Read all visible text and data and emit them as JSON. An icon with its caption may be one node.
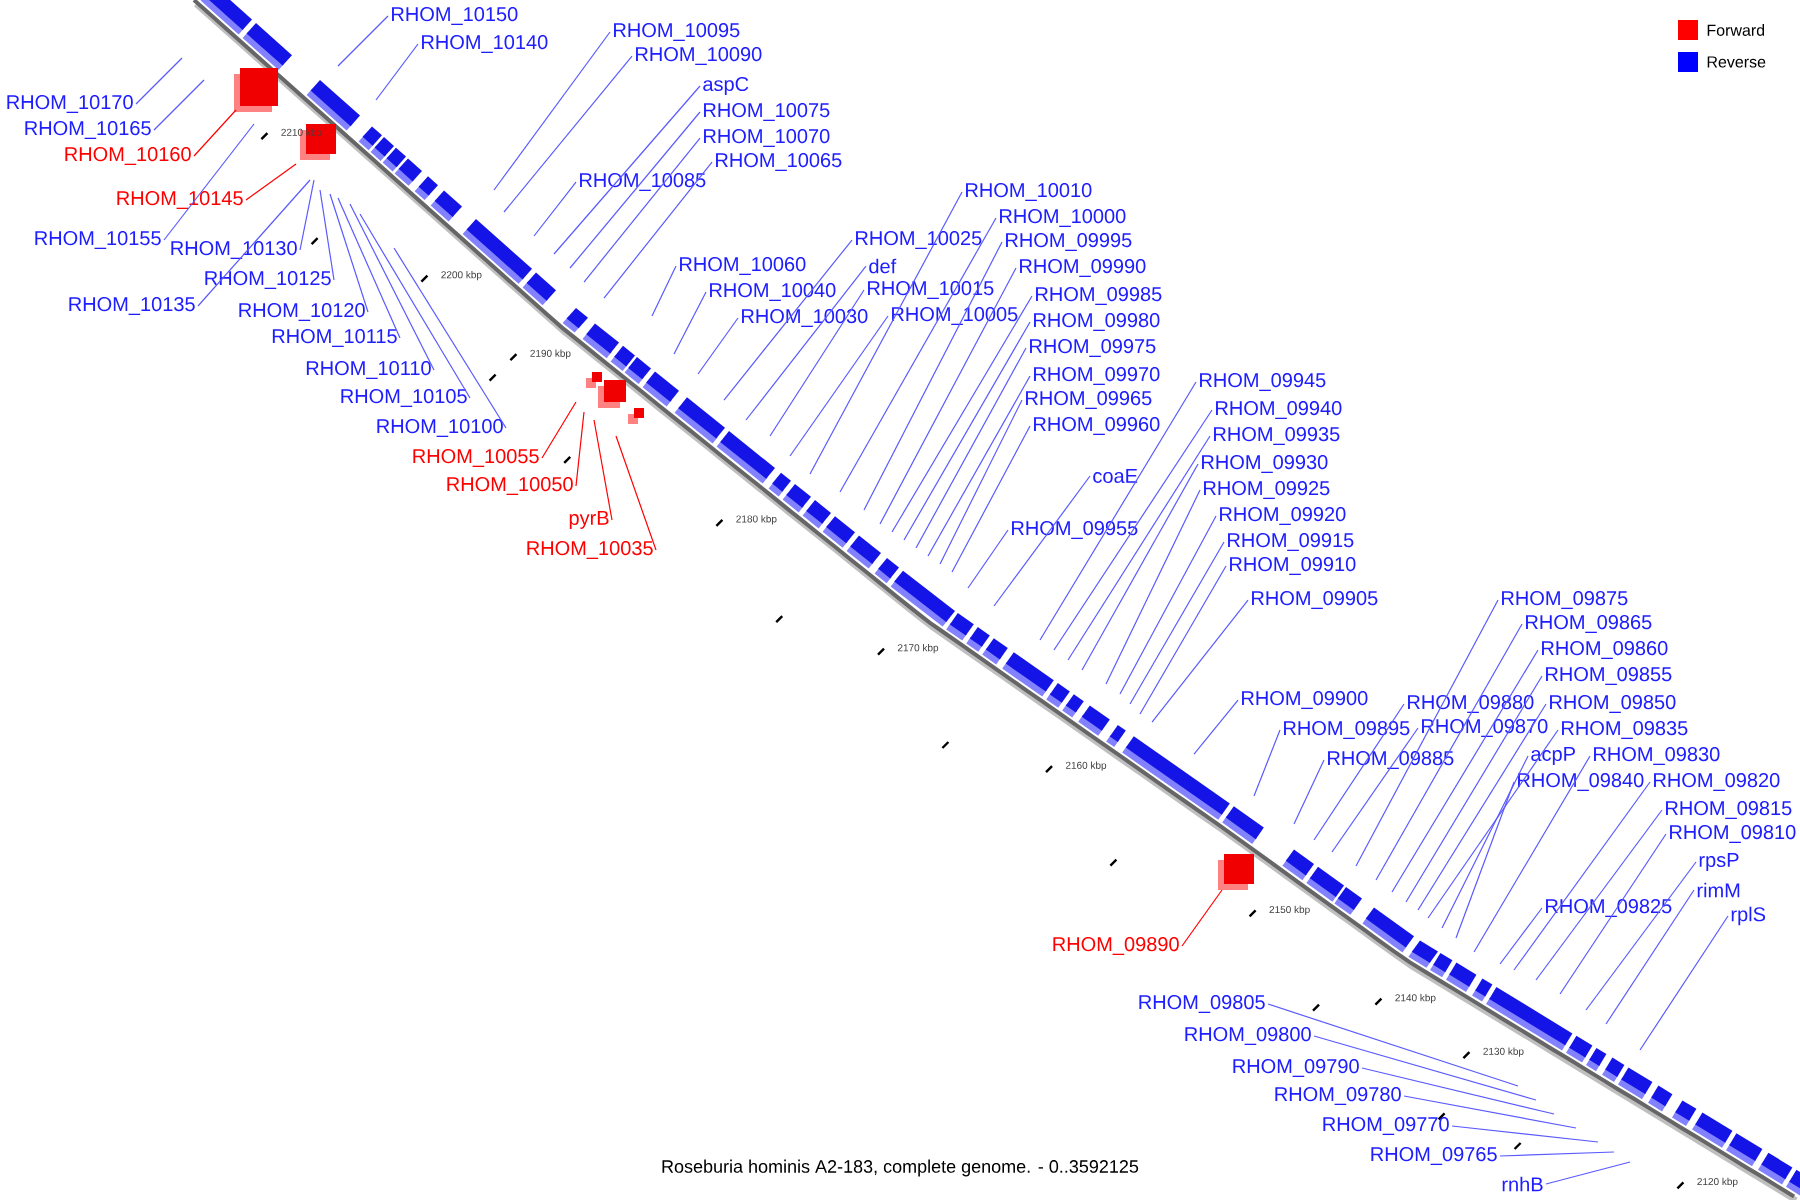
{
  "diagram": {
    "caption": "Roseburia hominis A2-183, complete genome. - 0..3592125",
    "nodes": [
      {
        "text": [
          "RHOM_10150"
        ]
      },
      {
        "text": [
          "RHOM_10140"
        ]
      },
      {
        "text": [
          "RHOM_10170"
        ]
      },
      {
        "text": [
          "RHOM_10165"
        ]
      },
      {
        "text": [
          "RHOM_10160"
        ]
      },
      {
        "text": [
          "RHOM_10145"
        ]
      },
      {
        "text": [
          "RHOM_10155"
        ]
      },
      {
        "text": [
          "RHOM_10130"
        ]
      },
      {
        "text": [
          "RHOM_10125"
        ]
      },
      {
        "text": [
          "RHOM_10135"
        ]
      },
      {
        "text": [
          "RHOM_10120"
        ]
      },
      {
        "text": [
          "RHOM_10115"
        ]
      },
      {
        "text": [
          "RHOM_10110"
        ]
      },
      {
        "text": [
          "RHOM_10105"
        ]
      },
      {
        "text": [
          "RHOM_10100"
        ]
      },
      {
        "text": [
          "RHOM_10055"
        ]
      },
      {
        "text": [
          "RHOM_10050"
        ]
      },
      {
        "text": [
          "pyrB"
        ]
      },
      {
        "text": [
          "RHOM_10035"
        ]
      },
      {
        "text": [
          "RHOM_10095"
        ]
      },
      {
        "text": [
          "RHOM_10090"
        ]
      },
      {
        "text": [
          "aspC"
        ]
      },
      {
        "text": [
          "RHOM_10075"
        ]
      },
      {
        "text": [
          "RHOM_10070"
        ]
      },
      {
        "text": [
          "RHOM_10065"
        ]
      },
      {
        "text": [
          "RHOM_10085"
        ]
      },
      {
        "text": [
          "RHOM_10060"
        ]
      },
      {
        "text": [
          "RHOM_10040"
        ]
      },
      {
        "text": [
          "RHOM_10030"
        ]
      },
      {
        "text": [
          "RHOM_10025"
        ]
      },
      {
        "text": [
          "def"
        ]
      },
      {
        "text": [
          "RHOM_10015"
        ]
      },
      {
        "text": [
          "RHOM_10005"
        ]
      },
      {
        "text": [
          "RHOM_10010"
        ]
      },
      {
        "text": [
          "RHOM_10000"
        ]
      },
      {
        "text": [
          "RHOM_09995"
        ]
      },
      {
        "text": [
          "RHOM_09990"
        ]
      },
      {
        "text": [
          "RHOM_09985"
        ]
      },
      {
        "text": [
          "RHOM_09980"
        ]
      },
      {
        "text": [
          "RHOM_09975"
        ]
      },
      {
        "text": [
          "RHOM_09970"
        ]
      },
      {
        "text": [
          "RHOM_09965"
        ]
      },
      {
        "text": [
          "RHOM_09960"
        ]
      },
      {
        "text": [
          "coaE"
        ]
      },
      {
        "text": [
          "RHOM_09955"
        ]
      },
      {
        "text": [
          "RHOM_09945"
        ]
      },
      {
        "text": [
          "RHOM_09940"
        ]
      },
      {
        "text": [
          "RHOM_09935"
        ]
      },
      {
        "text": [
          "RHOM_09930"
        ]
      },
      {
        "text": [
          "RHOM_09925"
        ]
      },
      {
        "text": [
          "RHOM_09920"
        ]
      },
      {
        "text": [
          "RHOM_09915"
        ]
      },
      {
        "text": [
          "RHOM_09910"
        ]
      },
      {
        "text": [
          "RHOM_09905"
        ]
      },
      {
        "text": [
          "RHOM_09900"
        ]
      },
      {
        "text": [
          "RHOM_09895"
        ]
      },
      {
        "text": [
          "RHOM_09885"
        ]
      },
      {
        "text": [
          "RHOM_09880"
        ]
      },
      {
        "text": [
          "RHOM_09870"
        ]
      },
      {
        "text": [
          "RHOM_09875"
        ]
      },
      {
        "text": [
          "RHOM_09865"
        ]
      },
      {
        "text": [
          "RHOM_09860"
        ]
      },
      {
        "text": [
          "RHOM_09855"
        ]
      },
      {
        "text": [
          "RHOM_09850"
        ]
      },
      {
        "text": [
          "RHOM_09835"
        ]
      },
      {
        "text": [
          "acpP"
        ]
      },
      {
        "text": [
          "RHOM_09840"
        ]
      },
      {
        "text": [
          "RHOM_09830"
        ]
      },
      {
        "text": [
          "RHOM_09820"
        ]
      },
      {
        "text": [
          "RHOM_09815"
        ]
      },
      {
        "text": [
          "RHOM_09810"
        ]
      },
      {
        "text": [
          "rpsP"
        ]
      },
      {
        "text": [
          "rimM"
        ]
      },
      {
        "text": [
          "rplS"
        ]
      },
      {
        "text": [
          "RHOM_09825"
        ]
      },
      {
        "text": [
          "RHOM_09890"
        ]
      },
      {
        "text": [
          "RHOM_09805"
        ]
      },
      {
        "text": [
          "RHOM_09800"
        ]
      },
      {
        "text": [
          "RHOM_09790"
        ]
      },
      {
        "text": [
          "RHOM_09780"
        ]
      },
      {
        "text": [
          "RHOM_09770"
        ]
      },
      {
        "text": [
          "RHOM_09765"
        ]
      },
      {
        "text": [
          "rnhB"
        ]
      }
    ],
    "edges": [
      {
        "from": 0,
        "to": null,
        "arrow": "none"
      },
      {
        "from": 1,
        "to": null,
        "arrow": "none"
      },
      {
        "from": 2,
        "to": null,
        "arrow": "none"
      },
      {
        "from": 3,
        "to": null,
        "arrow": "none"
      },
      {
        "from": 4,
        "to": null,
        "arrow": "none",
        "color": "#ff0000"
      },
      {
        "from": 5,
        "to": null,
        "arrow": "none",
        "color": "#ff0000"
      },
      {
        "from": 6,
        "to": null,
        "arrow": "none"
      },
      {
        "from": 7,
        "to": null,
        "arrow": "none"
      },
      {
        "from": 8,
        "to": null,
        "arrow": "none"
      },
      {
        "from": 9,
        "to": null,
        "arrow": "none"
      },
      {
        "from": 10,
        "to": null,
        "arrow": "none"
      },
      {
        "from": 11,
        "to": null,
        "arrow": "none"
      },
      {
        "from": 12,
        "to": null,
        "arrow": "none"
      },
      {
        "from": 13,
        "to": null,
        "arrow": "none"
      },
      {
        "from": 14,
        "to": null,
        "arrow": "none"
      },
      {
        "from": 15,
        "to": null,
        "arrow": "none",
        "color": "#ff0000"
      },
      {
        "from": 16,
        "to": null,
        "arrow": "none",
        "color": "#ff0000"
      },
      {
        "from": 17,
        "to": null,
        "arrow": "none",
        "color": "#ff0000"
      },
      {
        "from": 18,
        "to": null,
        "arrow": "none",
        "color": "#ff0000"
      },
      {
        "from": 19,
        "to": null,
        "arrow": "none"
      },
      {
        "from": 20,
        "to": null,
        "arrow": "none"
      },
      {
        "from": 21,
        "to": null,
        "arrow": "none"
      },
      {
        "from": 22,
        "to": null,
        "arrow": "none"
      },
      {
        "from": 23,
        "to": null,
        "arrow": "none"
      },
      {
        "from": 24,
        "to": null,
        "arrow": "none"
      },
      {
        "from": 25,
        "to": null,
        "arrow": "none"
      },
      {
        "from": 26,
        "to": null,
        "arrow": "none"
      },
      {
        "from": 27,
        "to": null,
        "arrow": "none"
      },
      {
        "from": 28,
        "to": null,
        "arrow": "none"
      },
      {
        "from": 29,
        "to": null,
        "arrow": "none"
      },
      {
        "from": 30,
        "to": null,
        "arrow": "none"
      },
      {
        "from": 31,
        "to": null,
        "arrow": "none"
      },
      {
        "from": 32,
        "to": null,
        "arrow": "none"
      },
      {
        "from": 33,
        "to": null,
        "arrow": "none"
      },
      {
        "from": 34,
        "to": null,
        "arrow": "none"
      },
      {
        "from": 35,
        "to": null,
        "arrow": "none"
      },
      {
        "from": 36,
        "to": null,
        "arrow": "none"
      },
      {
        "from": 37,
        "to": null,
        "arrow": "none"
      },
      {
        "from": 38,
        "to": null,
        "arrow": "none"
      },
      {
        "from": 39,
        "to": null,
        "arrow": "none"
      },
      {
        "from": 40,
        "to": null,
        "arrow": "none"
      },
      {
        "from": 41,
        "to": null,
        "arrow": "none"
      },
      {
        "from": 42,
        "to": null,
        "arrow": "none"
      },
      {
        "from": 43,
        "to": null,
        "arrow": "none"
      },
      {
        "from": 44,
        "to": null,
        "arrow": "none"
      },
      {
        "from": 45,
        "to": null,
        "arrow": "none"
      },
      {
        "from": 46,
        "to": null,
        "arrow": "none"
      },
      {
        "from": 47,
        "to": null,
        "arrow": "none"
      },
      {
        "from": 48,
        "to": null,
        "arrow": "none"
      },
      {
        "from": 49,
        "to": null,
        "arrow": "none"
      },
      {
        "from": 50,
        "to": null,
        "arrow": "none"
      },
      {
        "from": 51,
        "to": null,
        "arrow": "none"
      },
      {
        "from": 52,
        "to": null,
        "arrow": "none"
      },
      {
        "from": 53,
        "to": null,
        "arrow": "none"
      },
      {
        "from": 54,
        "to": null,
        "arrow": "none"
      },
      {
        "from": 55,
        "to": null,
        "arrow": "none"
      },
      {
        "from": 56,
        "to": null,
        "arrow": "none"
      },
      {
        "from": 57,
        "to": null,
        "arrow": "none"
      },
      {
        "from": 58,
        "to": null,
        "arrow": "none"
      },
      {
        "from": 59,
        "to": null,
        "arrow": "none"
      },
      {
        "from": 60,
        "to": null,
        "arrow": "none"
      },
      {
        "from": 61,
        "to": null,
        "arrow": "none"
      },
      {
        "from": 62,
        "to": null,
        "arrow": "none"
      },
      {
        "from": 63,
        "to": null,
        "arrow": "none"
      },
      {
        "from": 64,
        "to": null,
        "arrow": "none"
      },
      {
        "from": 65,
        "to": null,
        "arrow": "none"
      },
      {
        "from": 66,
        "to": null,
        "arrow": "none"
      },
      {
        "from": 67,
        "to": null,
        "arrow": "none"
      },
      {
        "from": 68,
        "to": null,
        "arrow": "none"
      },
      {
        "from": 69,
        "to": null,
        "arrow": "none"
      },
      {
        "from": 70,
        "to": null,
        "arrow": "none"
      },
      {
        "from": 71,
        "to": null,
        "arrow": "none"
      },
      {
        "from": 72,
        "to": null,
        "arrow": "none"
      },
      {
        "from": 73,
        "to": null,
        "arrow": "none"
      },
      {
        "from": 74,
        "to": null,
        "arrow": "none"
      },
      {
        "from": 75,
        "to": null,
        "arrow": "none",
        "color": "#ff0000"
      },
      {
        "from": 76,
        "to": null,
        "arrow": "none"
      },
      {
        "from": 77,
        "to": null,
        "arrow": "none"
      },
      {
        "from": 78,
        "to": null,
        "arrow": "none"
      },
      {
        "from": 79,
        "to": null,
        "arrow": "none"
      },
      {
        "from": 80,
        "to": null,
        "arrow": "none"
      },
      {
        "from": 81,
        "to": null,
        "arrow": "none"
      },
      {
        "from": 82,
        "to": null,
        "arrow": "none"
      }
    ],
    "labels": [
      "2210 kbp",
      "2200 kbp",
      "2190 kbp",
      "2180 kbp",
      "2170 kbp",
      "2160 kbp",
      "2150 kbp",
      "2140 kbp",
      "2130 kbp",
      "2120 kbp"
    ],
    "legend": [
      {
        "text": "Forward",
        "color": "#ff0000"
      },
      {
        "text": "Reverse",
        "color": "#0000ff"
      }
    ]
  }
}
